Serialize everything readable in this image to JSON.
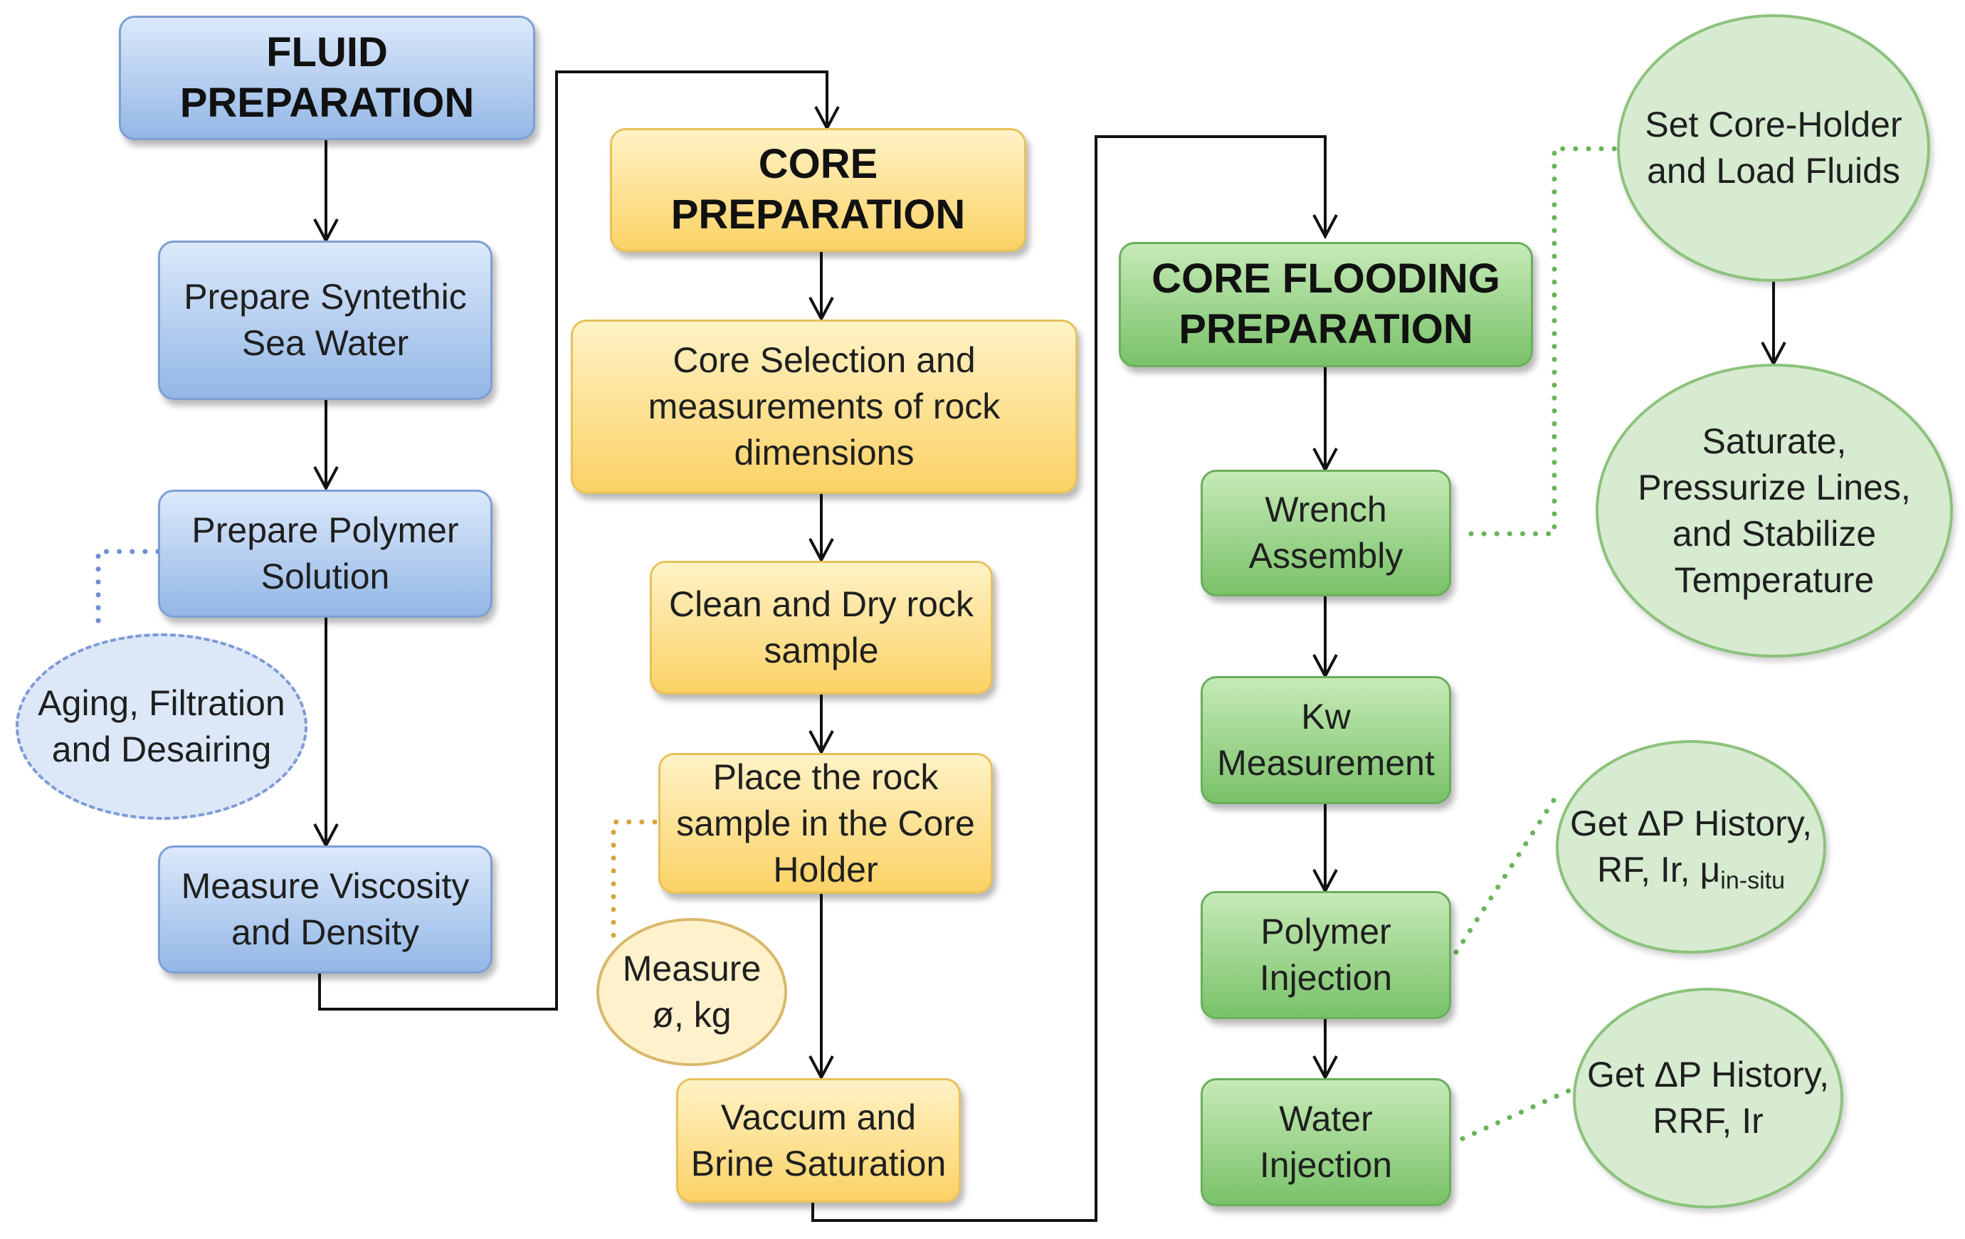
{
  "fluid": {
    "title_1": "FLUID",
    "title_2": "PREPARATION",
    "steps": [
      [
        "Prepare Syntethic",
        "Sea Water"
      ],
      [
        "Prepare Polymer",
        "Solution"
      ],
      [
        "Measure Viscosity",
        "and Density"
      ]
    ],
    "side_note": [
      "Aging, Filtration",
      "and Desairing"
    ]
  },
  "core": {
    "title_1": "CORE",
    "title_2": "PREPARATION",
    "steps": [
      [
        "Core Selection and",
        "measurements of rock",
        "dimensions"
      ],
      [
        "Clean and Dry rock",
        "sample"
      ],
      [
        "Place the rock",
        "sample in the Core",
        "Holder"
      ],
      [
        "Vaccum and",
        "Brine Saturation"
      ]
    ],
    "side_note": [
      "Measure",
      "ø, kg"
    ]
  },
  "flooding": {
    "title_1": "CORE FLOODING",
    "title_2": "PREPARATION",
    "steps": [
      [
        "Wrench",
        "Assembly"
      ],
      [
        "Kw",
        "Measurement"
      ],
      [
        "Polymer",
        "Injection"
      ],
      [
        "Water",
        "Injection"
      ]
    ],
    "notes": {
      "set_core": [
        "Set Core-Holder",
        "and Load Fluids"
      ],
      "saturate": [
        "Saturate,",
        "Pressurize Lines,",
        "and Stabilize",
        "Temperature"
      ],
      "polymer_result_line1": "Get ΔP History,",
      "polymer_result_line2": "RF, Ir, μ",
      "polymer_result_sub": "in-situ",
      "water_result": [
        "Get ΔP History,",
        "RRF, Ir"
      ]
    }
  },
  "colors": {
    "fluid": "#93b7e6",
    "core": "#fbd266",
    "flooding": "#79c269",
    "arrow": "#111111",
    "dotted_blue": "#6f8fcf",
    "dotted_yellow": "#d6a640",
    "dotted_green": "#6ab45a"
  }
}
